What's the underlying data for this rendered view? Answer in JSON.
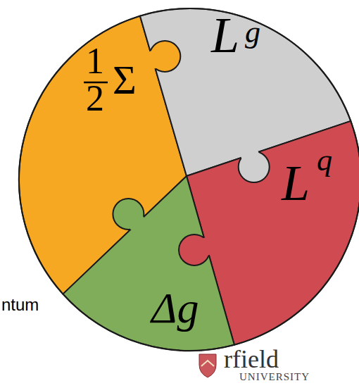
{
  "diagram": {
    "nodes": [
      {
        "text": [
          "1",
          "2",
          "Σ"
        ]
      },
      {
        "text": [
          "L",
          "g"
        ]
      },
      {
        "text": [
          "L",
          "q"
        ]
      },
      {
        "text": [
          "Δg"
        ]
      }
    ],
    "labels": [
      "ntum",
      "rfield",
      "UNIVERSITY"
    ]
  }
}
